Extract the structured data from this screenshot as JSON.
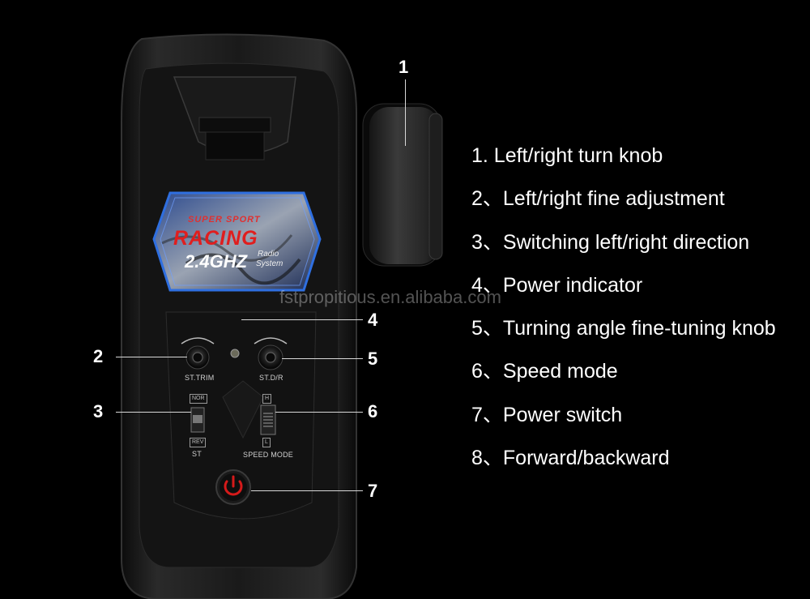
{
  "product": {
    "brand_line": "SUPER SPORT",
    "brand_main": "RACING",
    "frequency": "2.4GHZ",
    "radio_line1": "Radio",
    "radio_line2": "System",
    "control_labels": {
      "st_trim": "ST.TRIM",
      "st_dr": "ST.D/R",
      "nor": "NOR",
      "rev": "REV",
      "st": "ST",
      "high": "H",
      "low": "L",
      "speed_mode": "SPEED MODE"
    }
  },
  "callouts": [
    "1",
    "2",
    "3",
    "4",
    "5",
    "6",
    "7"
  ],
  "legend": [
    "1. Left/right turn knob",
    "2、Left/right fine adjustment",
    "3、Switching left/right direction",
    "4、Power indicator",
    "5、Turning angle fine-tuning knob",
    "6、Speed mode",
    "7、Power switch",
    "8、Forward/backward"
  ],
  "watermark": "fstpropitious.en.alibaba.com",
  "colors": {
    "background": "#000000",
    "accent_red": "#d61a1a",
    "accent_blue": "#2f6fe0"
  }
}
